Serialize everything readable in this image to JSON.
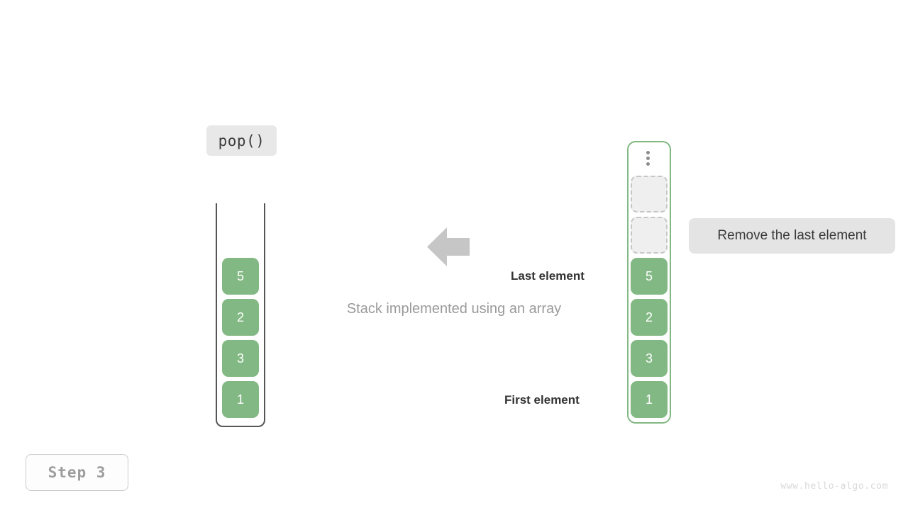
{
  "operation": {
    "label": "pop()"
  },
  "left_panel": {
    "name": "stack-vessel",
    "cells": [
      {
        "value": "5"
      },
      {
        "value": "2"
      },
      {
        "value": "3"
      },
      {
        "value": "1"
      }
    ]
  },
  "center": {
    "arrow_icon": "arrow-left-icon",
    "caption": "Stack implemented using an array"
  },
  "annotations": {
    "last_element": "Last element",
    "first_element": "First element"
  },
  "right_panel": {
    "name": "array-container",
    "overflow_icon": "vertical-ellipsis-icon",
    "empty_slots": 2,
    "cells": [
      {
        "value": "5"
      },
      {
        "value": "2"
      },
      {
        "value": "3"
      },
      {
        "value": "1"
      }
    ]
  },
  "hint": {
    "text": "Remove the last element"
  },
  "footer": {
    "step_label": "Step 3",
    "watermark": "www.hello-algo.com"
  },
  "colors": {
    "element_green": "#82b883",
    "container_green": "#82b883",
    "label_gray": "#e8e8e8",
    "hint_gray": "#e4e4e4",
    "arrow_gray": "#c6c6c6",
    "caption_gray": "#9a9a9a",
    "vessel_border": "#555555"
  }
}
